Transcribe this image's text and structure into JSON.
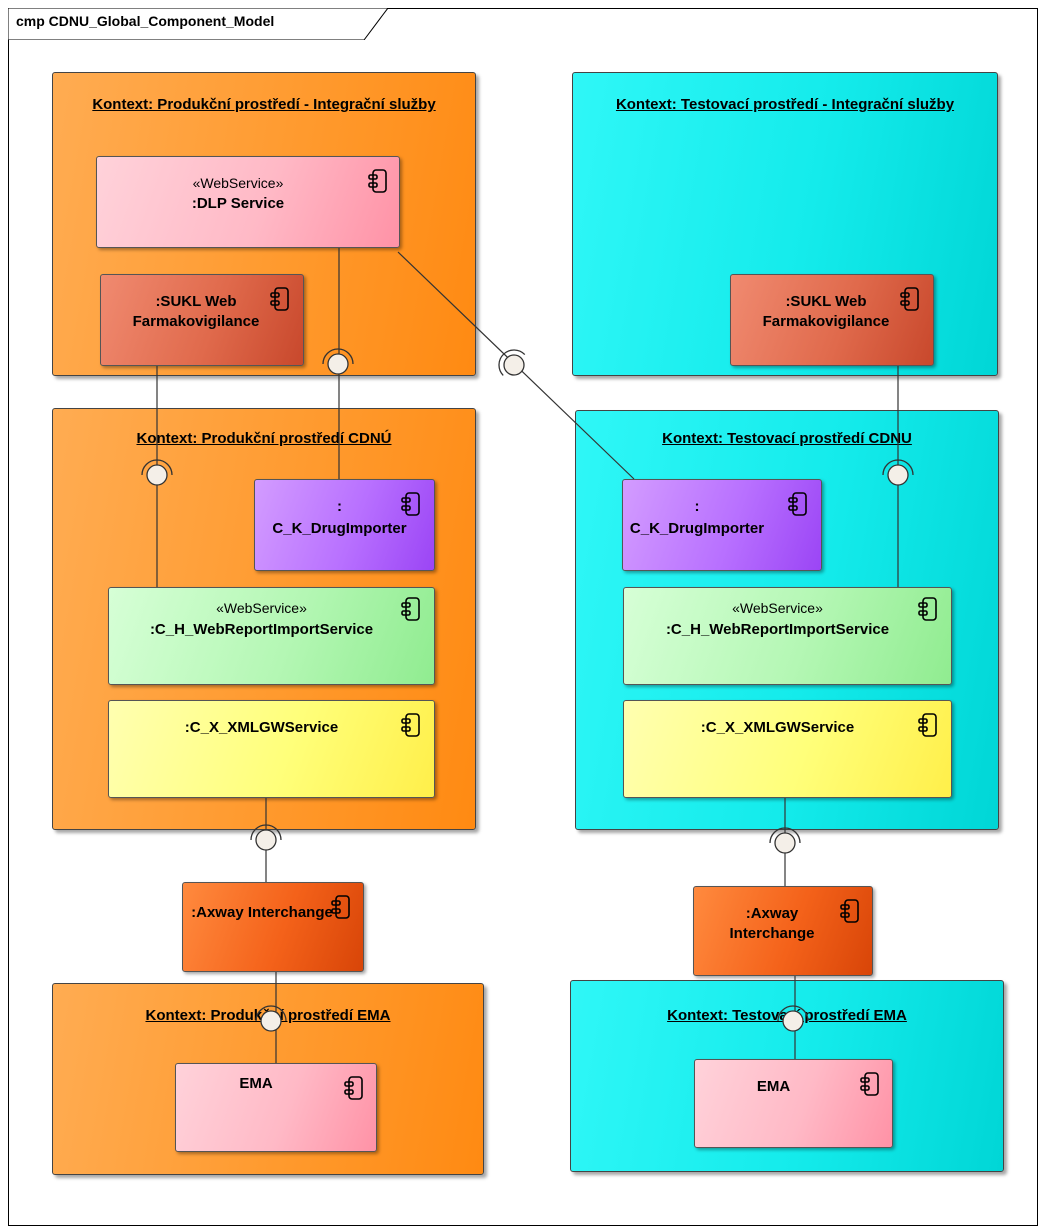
{
  "diagram": {
    "title": "cmp CDNU_Global_Component_Model"
  },
  "contexts": {
    "prod_integration": "Kontext: Produkční prostředí - Integrační služby",
    "test_integration": "Kontext: Testovací prostředí - Integrační služby",
    "prod_cdnu": "Kontext: Produkční prostředí CDNÚ",
    "test_cdnu": "Kontext: Testovací prostředí CDNU",
    "prod_ema": "Kontext: Produkční prostředí EMA",
    "test_ema": "Kontext: Testovací prostředí EMA"
  },
  "components": {
    "dlp_service": {
      "stereotype": "«WebService»",
      "name": ":DLP Service"
    },
    "sukl_prod": {
      "name": ":SUKL Web Farmakovigilance"
    },
    "sukl_test": {
      "name": ":SUKL Web Farmakovigilance"
    },
    "drug_prod": {
      "name_line1": ":",
      "name_line2": "C_K_DrugImporter"
    },
    "drug_test": {
      "name_line1": ":",
      "name_line2": "C_K_DrugImporter"
    },
    "webreport_prod": {
      "stereotype": "«WebService»",
      "name": ":C_H_WebReportImportService"
    },
    "webreport_test": {
      "stereotype": "«WebService»",
      "name": ":C_H_WebReportImportService"
    },
    "xmlgw_prod": {
      "name": ":C_X_XMLGWService"
    },
    "xmlgw_test": {
      "name": ":C_X_XMLGWService"
    },
    "axway_prod": {
      "name": ":Axway Interchange"
    },
    "axway_test": {
      "name": ":Axway Interchange"
    },
    "ema_prod": {
      "name": "EMA"
    },
    "ema_test": {
      "name": "EMA"
    }
  },
  "colors": {
    "orange_context": "#ff9a2e",
    "cyan_context": "#14ebeb",
    "pink_component": "#ffb9c6",
    "brick_component": "#e06a4c",
    "purple_component": "#b870ff",
    "green_component": "#b4f7b4",
    "yellow_component": "#ffff7a",
    "axway_component": "#f4621a"
  },
  "icons": {
    "component": "component-icon",
    "provided_interface": "lollipop",
    "required_interface": "socket"
  }
}
